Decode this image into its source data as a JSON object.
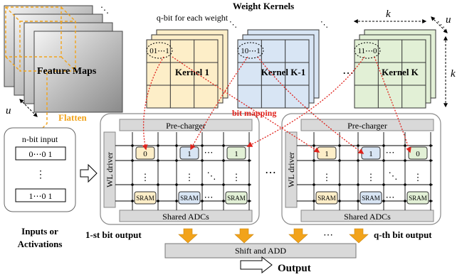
{
  "feature_maps": {
    "label": "Feature Maps",
    "u_label": "u"
  },
  "flatten": {
    "label": "Flatten"
  },
  "weight_kernels": {
    "title": "Weight Kernels",
    "qbit_label": "q-bit for each weight",
    "k_label": "k",
    "u_label": "u",
    "k_side_label": "k",
    "kernels": [
      {
        "name": "Kernel 1",
        "bits": "01⋯1",
        "color": "#fdeec8"
      },
      {
        "name": "Kernel K-1",
        "bits": "10⋯1",
        "color": "#d8e5f4"
      },
      {
        "name": "Kernel K",
        "bits": "11⋯0",
        "color": "#e2f0d6"
      }
    ],
    "ellipsis": "⋯"
  },
  "bit_mapping": {
    "label": "bit mapping",
    "color": "#e0221c"
  },
  "inputs": {
    "nbit_label": "n-bit input",
    "first": "0⋯0  1",
    "vdots": "⋮",
    "last": "1⋯0  1",
    "caption_line1": "Inputs or",
    "caption_line2": "Activations"
  },
  "arrays": [
    {
      "precharger": "Pre-charger",
      "wl_driver": "WL driver",
      "adc": "Shared ADCs",
      "cells": [
        "0",
        "1",
        "1"
      ],
      "cell_colors": [
        "#fdeec8",
        "#d8e5f4",
        "#e2f0d6"
      ],
      "sram_label": "SRAM",
      "bit_output": "1-st bit output"
    },
    {
      "precharger": "Pre-charger",
      "wl_driver": "WL driver",
      "adc": "Shared ADCs",
      "cells": [
        "1",
        "1",
        "0"
      ],
      "cell_colors": [
        "#fdeec8",
        "#d8e5f4",
        "#e2f0d6"
      ],
      "sram_label": "SRAM",
      "bit_output": "q-th bit output"
    }
  ],
  "between_arrays": "⋯",
  "shift_add": "Shift and ADD",
  "output": "Output"
}
